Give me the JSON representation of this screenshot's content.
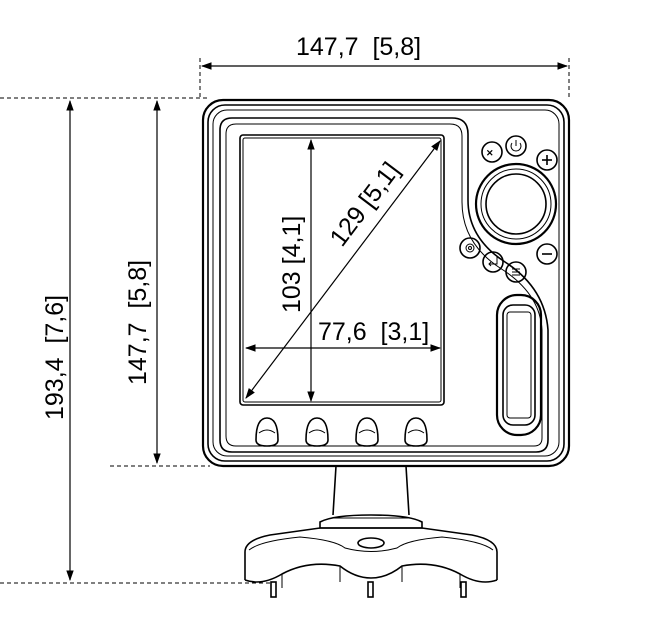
{
  "dimensions": {
    "overall_width": "147,7  [5,8]",
    "overall_height": "193,4  [7,6]",
    "unit_height": "147,7  [5,8]",
    "screen_height": "103 [4,1]",
    "screen_diagonal": "129 [5,1]",
    "screen_width": "77,6  [3,1]"
  },
  "device": {
    "keypad_icons": {
      "mark": "MOB",
      "power": "power-icon",
      "zoom_in": "zoom-in-icon",
      "zoom_out": "zoom-out-icon",
      "settings": "settings-icon",
      "enter": "enter-icon",
      "menu": "menu-icon"
    },
    "soft_keys": 4
  }
}
